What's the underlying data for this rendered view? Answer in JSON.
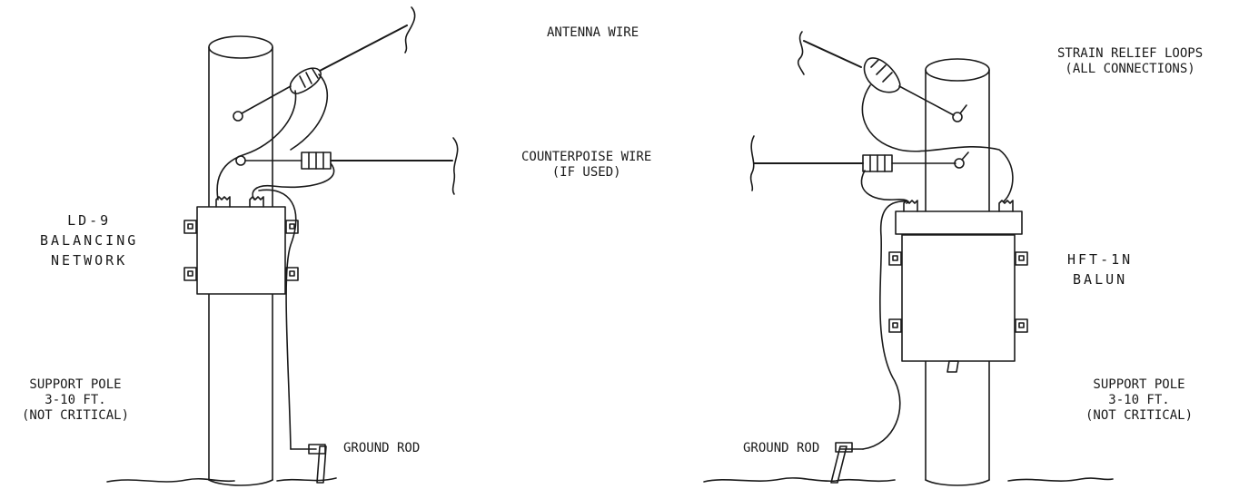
{
  "labels": {
    "antenna_wire": "ANTENNA WIRE",
    "counterpoise_line1": "COUNTERPOISE WIRE",
    "counterpoise_line2": "(IF USED)",
    "strain_relief_line1": "STRAIN RELIEF LOOPS",
    "strain_relief_line2": "(ALL CONNECTIONS)",
    "left_device_line1": "LD-9",
    "left_device_line2": "BALANCING",
    "left_device_line3": "NETWORK",
    "right_device_line1": "HFT-1N",
    "right_device_line2": "BALUN",
    "left_pole_line1": "SUPPORT POLE",
    "left_pole_line2": "3-10 FT.",
    "left_pole_line3": "(NOT CRITICAL)",
    "right_pole_line1": "SUPPORT POLE",
    "right_pole_line2": "3-10 FT.",
    "right_pole_line3": "(NOT CRITICAL)",
    "left_ground_rod": "GROUND ROD",
    "right_ground_rod": "GROUND ROD"
  },
  "colors": {
    "ink": "#1a1a1a",
    "background": "#ffffff"
  }
}
